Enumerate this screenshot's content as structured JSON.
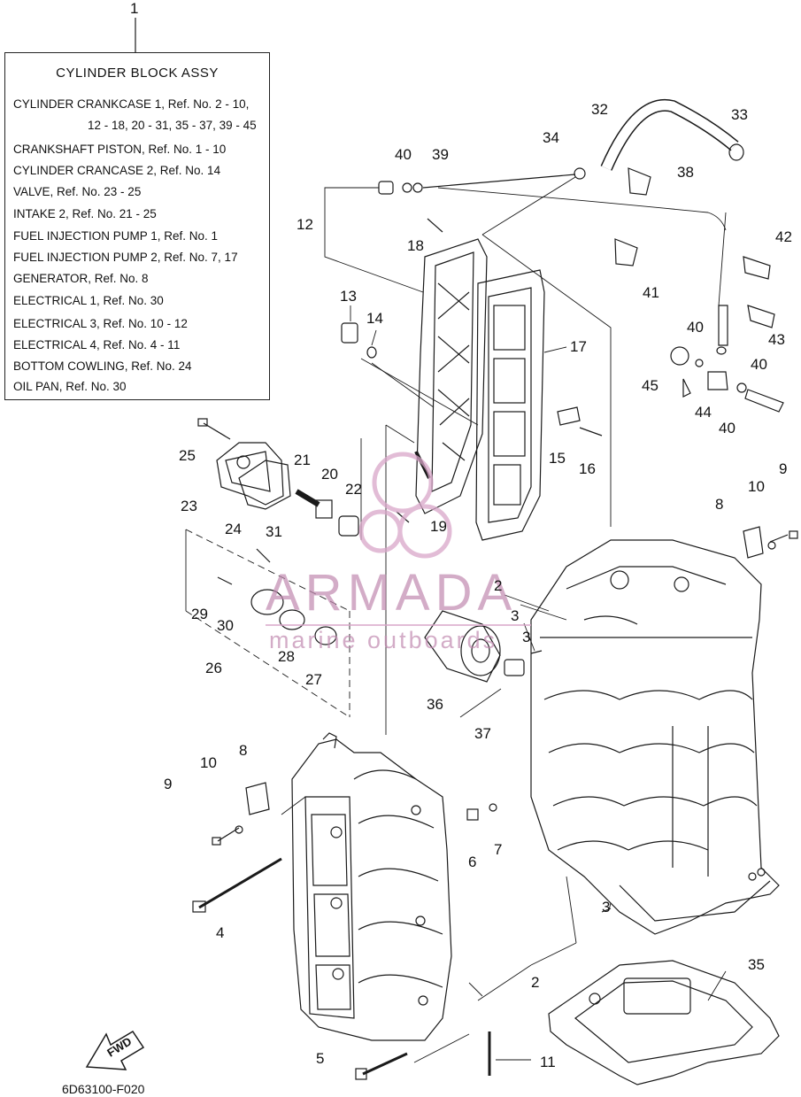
{
  "legend": {
    "title": "CYLINDER  BLOCK ASSY",
    "rows": [
      "CYLINDER CRANKCASE 1,  Ref. No. 2 - 10,",
      "12 - 18, 20 - 31, 35 - 37, 39 - 45",
      "CRANKSHAFT PISTON,  Ref. No. 1 - 10",
      "CYLINDER CRANCASE 2,   Ref. No. 14",
      "VALVE,   Ref. No. 23 - 25",
      "INTAKE 2,   Ref. No. 21 - 25",
      "FUEL INJECTION PUMP  1,   Ref. No. 1",
      "FUEL INJECTION PUMP  2,   Ref. No. 7, 17",
      "GENERATOR,   Ref. No. 8",
      "ELECTRICAL 1,   Ref. No. 30",
      "ELECTRICAL 3,  Ref. No. 10 - 12",
      "ELECTRICAL 4,   Ref. No. 4 - 11",
      "BOTTOM COWLING,   Ref. No. 24",
      "OIL PAN,   Ref. No. 30"
    ]
  },
  "watermark": {
    "brand": "ARMADA",
    "tagline": "marine outboards",
    "color": "#d9a6c9"
  },
  "fwd_label": "FWD",
  "diagram_code": "6D63100-F020",
  "callouts": [
    "1",
    "2",
    "3",
    "2",
    "3",
    "3",
    "4",
    "5",
    "6",
    "7",
    "8",
    "8",
    "9",
    "9",
    "10",
    "10",
    "11",
    "12",
    "13",
    "14",
    "15",
    "16",
    "17",
    "18",
    "19",
    "20",
    "21",
    "22",
    "23",
    "24",
    "25",
    "26",
    "27",
    "28",
    "29",
    "30",
    "31",
    "32",
    "33",
    "34",
    "35",
    "36",
    "37",
    "38",
    "39",
    "40",
    "40",
    "40",
    "40",
    "41",
    "42",
    "43",
    "44",
    "45"
  ]
}
